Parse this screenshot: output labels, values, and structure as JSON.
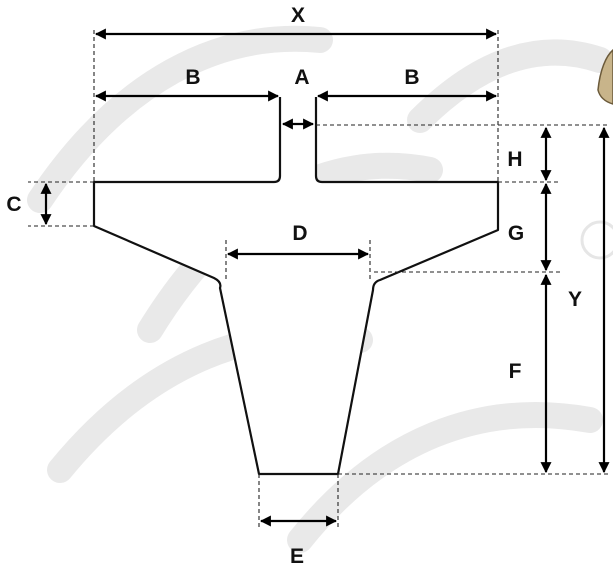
{
  "labels": {
    "x": "X",
    "a": "A",
    "b_left": "B",
    "b_right": "B",
    "c": "C",
    "d": "D",
    "e": "E",
    "f": "F",
    "g": "G",
    "h": "H",
    "y": "Y"
  },
  "colors": {
    "line": "#111111",
    "background": "#ffffff",
    "watermark": "#e9e9e9",
    "corner_object": "#c8b48a"
  }
}
